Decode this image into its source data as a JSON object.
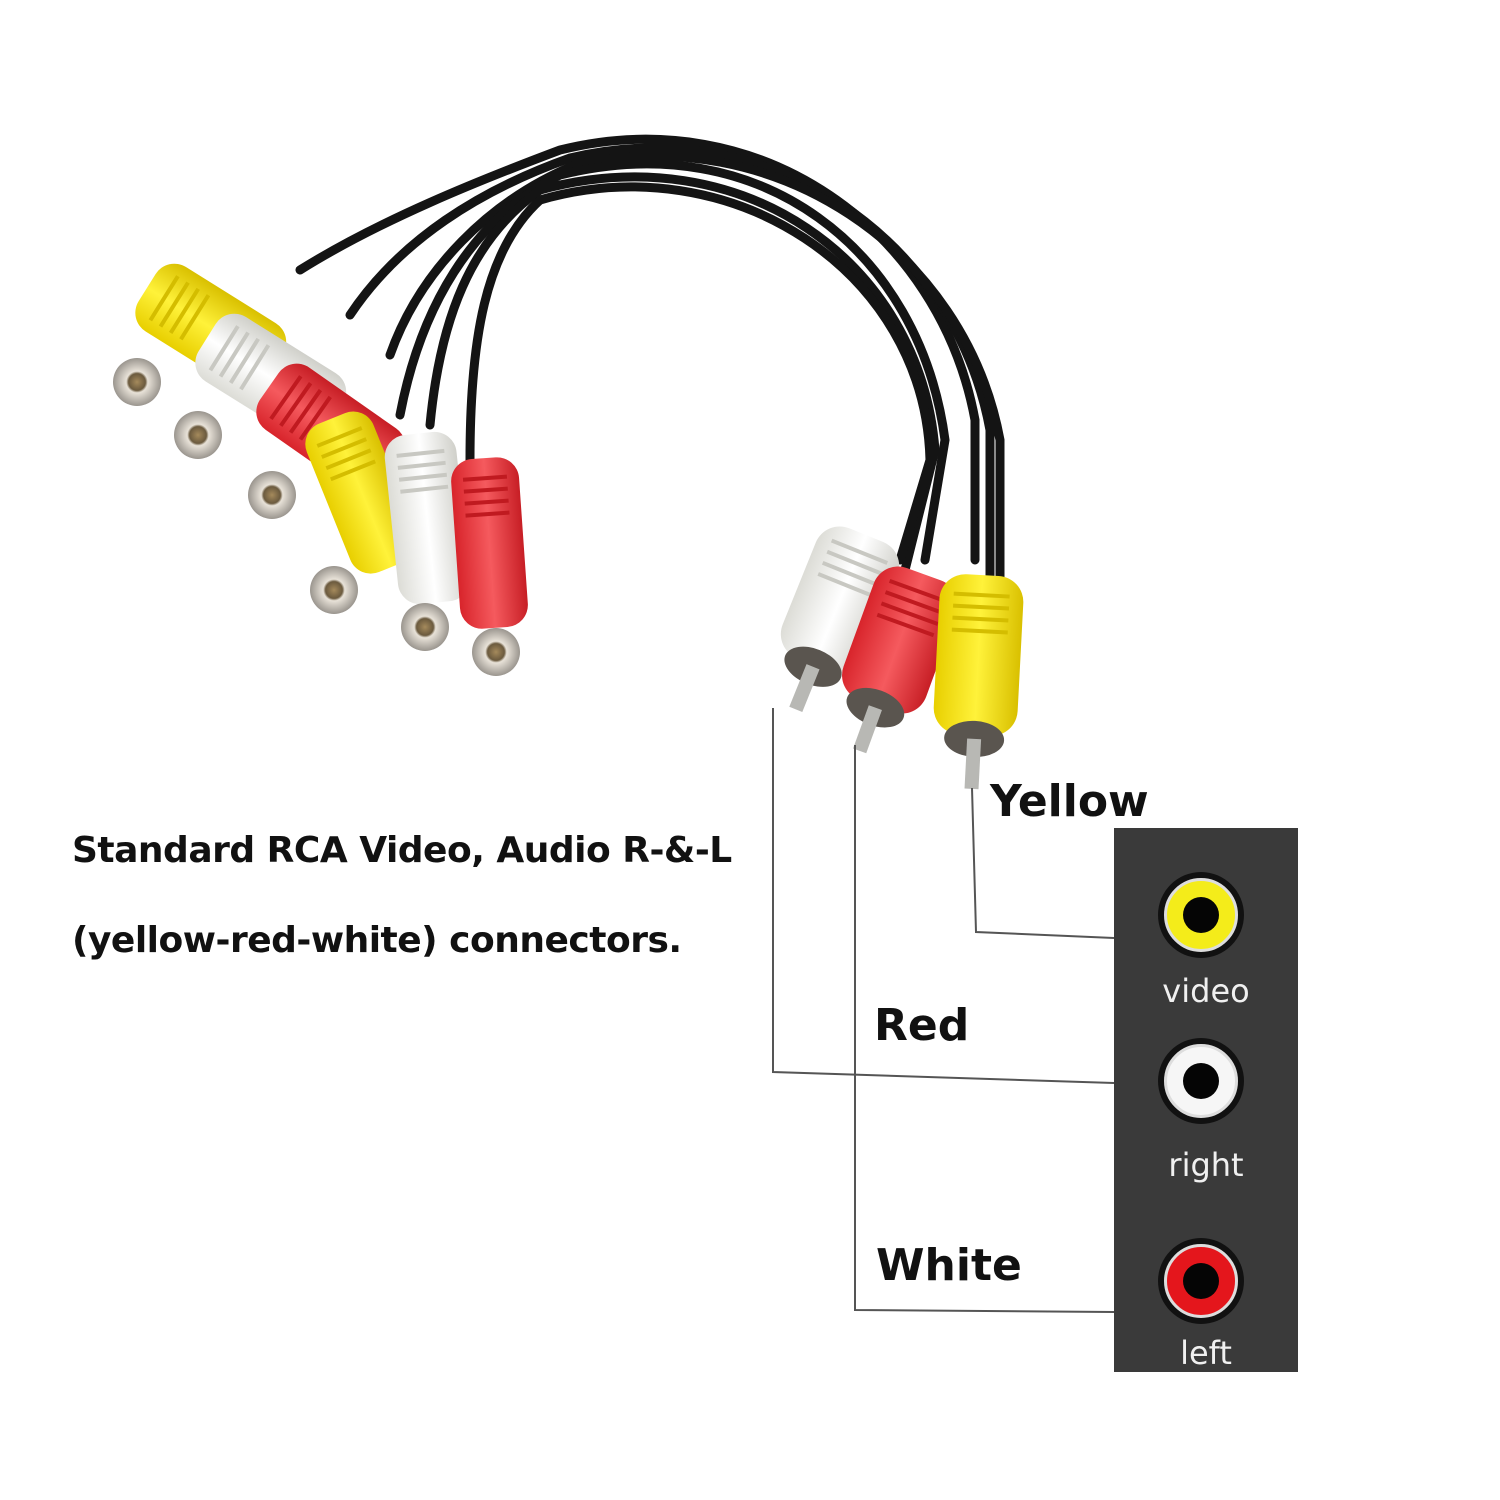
{
  "caption": {
    "line1": "Standard RCA Video, Audio R-&-L",
    "line2": "(yellow-red-white) connectors."
  },
  "plug_labels": {
    "yellow": "Yellow",
    "red": "Red",
    "white": "White"
  },
  "panel": {
    "jacks": [
      {
        "label": "video",
        "color": "#f4ec1a"
      },
      {
        "label": "right",
        "color": "#f6f6f6"
      },
      {
        "label": "left",
        "color": "#e4161c"
      }
    ],
    "background": "#3a3a3a"
  },
  "cable": {
    "female_connectors": [
      "yellow",
      "white",
      "red",
      "yellow",
      "white",
      "red"
    ],
    "male_connectors": [
      "white",
      "red",
      "yellow"
    ],
    "colors": {
      "yellow": "#f5e316",
      "white": "#f2f2f0",
      "red": "#ee3a3f",
      "jacket": "#141414"
    }
  }
}
